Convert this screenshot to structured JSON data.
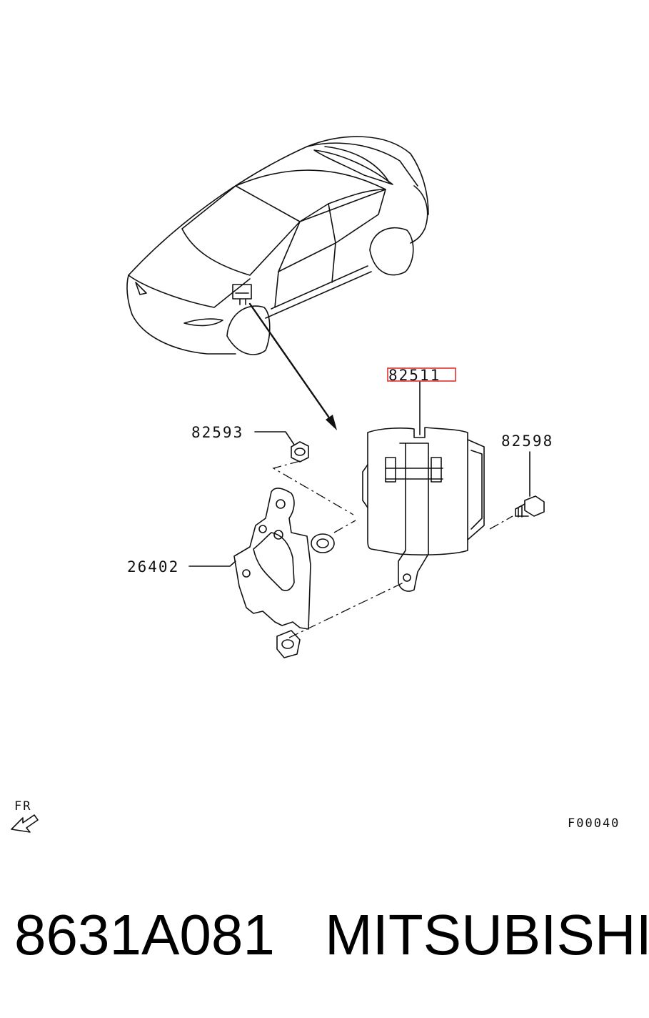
{
  "callouts": {
    "ecu": "82511",
    "nut": "82593",
    "bolt": "82598",
    "bracket": "26402"
  },
  "orientation_label": "FR",
  "figure_code": "F00040",
  "part_number": "8631A081",
  "brand": "MITSUBISHI",
  "highlight_color": "#e03030"
}
